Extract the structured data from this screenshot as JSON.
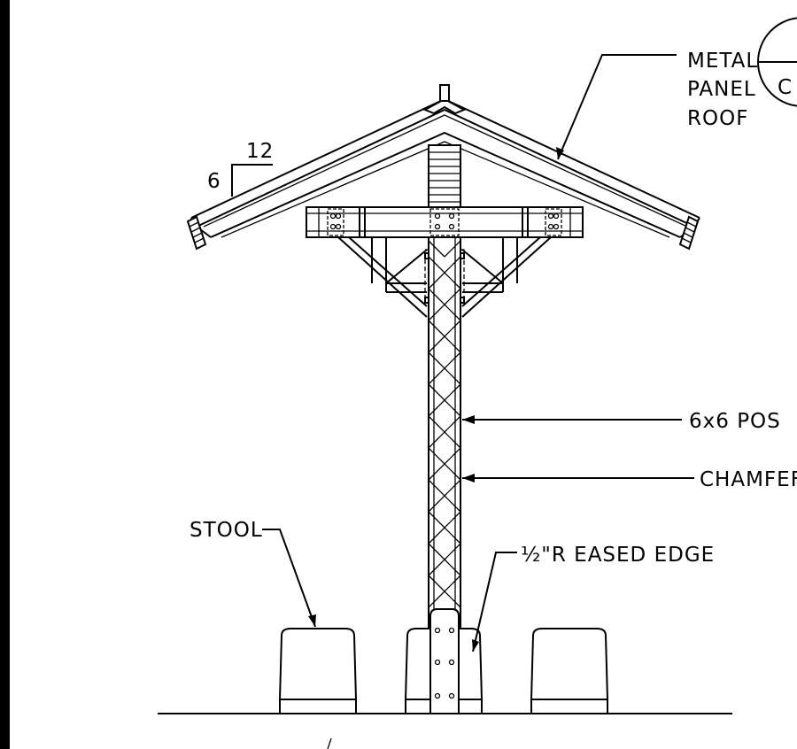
{
  "labels": {
    "metal_panel_roof": [
      "METAL",
      "PANEL",
      "ROOF"
    ],
    "section_marker": "C",
    "slope_run": "12",
    "slope_rise": "6",
    "post": "6x6 POS",
    "chamfer": "CHAMFEF",
    "eased_edge": "½\"R EASED EDGE",
    "stool": "STOOL"
  },
  "colors": {
    "line": "#000000",
    "background": "#ffffff",
    "left_border": "#000000"
  }
}
